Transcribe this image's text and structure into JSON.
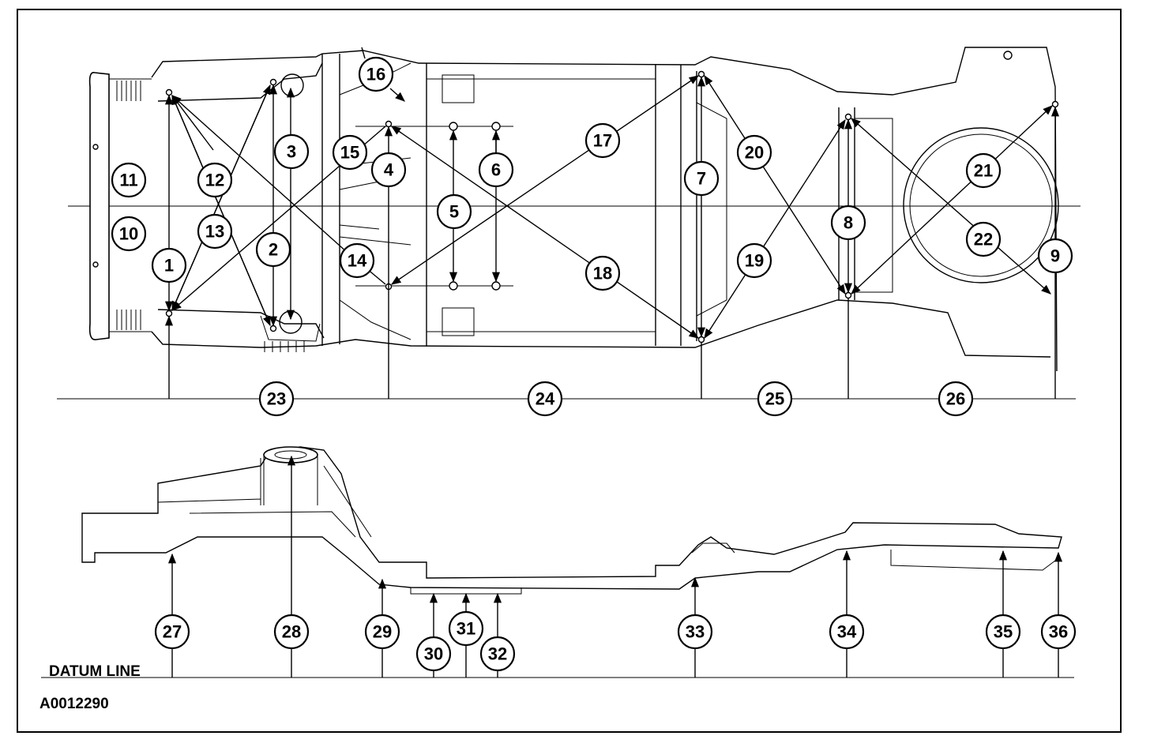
{
  "diagram": {
    "datum_label": "DATUM LINE",
    "figure_id": "A0012290",
    "callouts": [
      "1",
      "2",
      "3",
      "4",
      "5",
      "6",
      "7",
      "8",
      "9",
      "10",
      "11",
      "12",
      "13",
      "14",
      "15",
      "16",
      "17",
      "18",
      "19",
      "20",
      "21",
      "22",
      "23",
      "24",
      "25",
      "26",
      "27",
      "28",
      "29",
      "30",
      "31",
      "32",
      "33",
      "34",
      "35",
      "36"
    ]
  }
}
